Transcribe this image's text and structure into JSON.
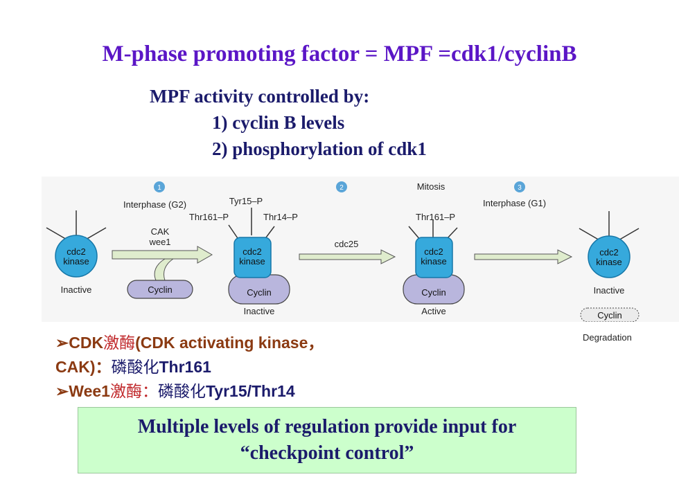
{
  "title": "M-phase promoting factor = MPF =cdk1/cyclinB",
  "subtitle": {
    "line1": "MPF activity controlled by:",
    "line2": "1) cyclin B levels",
    "line3": "2) phosphorylation of cdk1"
  },
  "diagram": {
    "steps": [
      "1",
      "2",
      "3"
    ],
    "phase_interphase_g2": "Interphase (G2)",
    "phase_mitosis": "Mitosis",
    "phase_interphase_g1": "Interphase (G1)",
    "phospho_tyr15": "Tyr15–P",
    "phospho_thr161": "Thr161–P",
    "phospho_thr14": "Thr14–P",
    "phospho_thr161_active": "Thr161–P",
    "enzyme_cak": "CAK",
    "enzyme_wee1": "wee1",
    "enzyme_cdc25": "cdc25",
    "kinase_line1": "cdc2",
    "kinase_line2": "kinase",
    "cyclin": "Cyclin",
    "state_inactive": "Inactive",
    "state_active": "Active",
    "degradation": "Degradation",
    "colors": {
      "kinase_light": "#4ab7e6",
      "kinase_dark": "#1a8fc4",
      "cyclin": "#b9b6dd",
      "arrow_fill": "#dfeccd"
    }
  },
  "notes": {
    "line1_bullet": "➢",
    "line1_a": "CDK",
    "line1_b": "激酶",
    "line1_c": "(CDK activating kinase，",
    "line2_a": "CAK)：",
    "line2_b": "磷酸化",
    "line2_c": "Thr161",
    "line3_bullet": "➢",
    "line3_a": "Wee1",
    "line3_b": "激酶：",
    "line3_c": "磷酸化",
    "line3_d": "Tyr15/Thr14"
  },
  "callout": {
    "line1": "Multiple levels of regulation provide input for",
    "line2": "“checkpoint control”"
  }
}
